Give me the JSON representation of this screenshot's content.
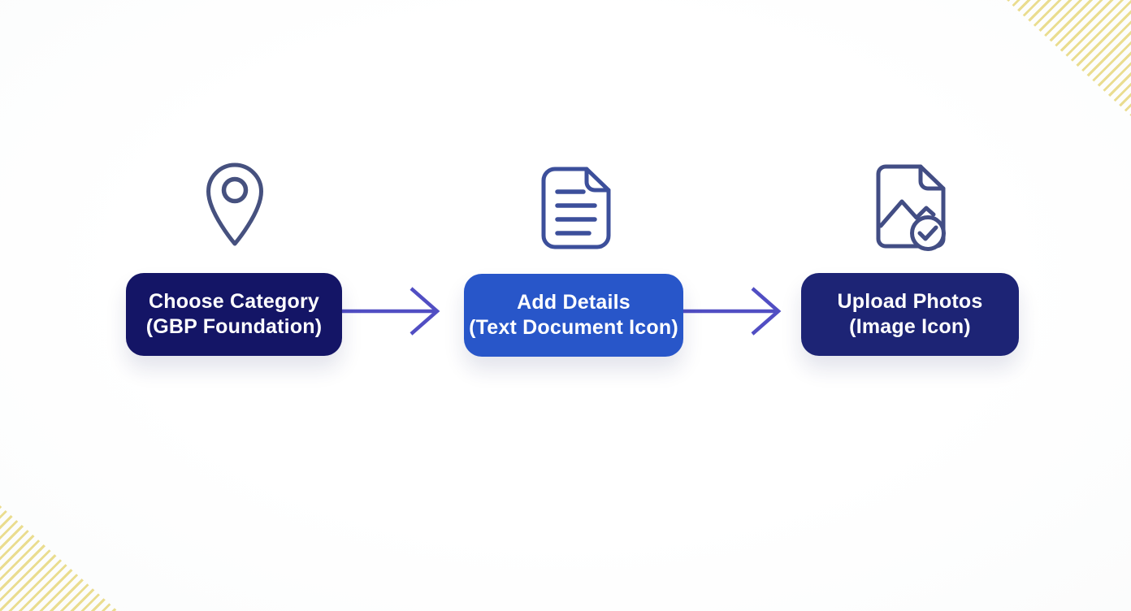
{
  "diagram": {
    "title": "three-step flow",
    "background_color": "#fdfdfe",
    "stripe_color": "#e7d77c",
    "arrow_color": "#514ec3",
    "steps": [
      {
        "icon": "location-pin-icon",
        "icon_stroke": "#46517f",
        "line1": "Choose Category",
        "line2": "(GBP Foundation)",
        "box_color": "#141566",
        "text_color": "#ffffff"
      },
      {
        "icon": "text-document-icon",
        "icon_stroke": "#3c4f9b",
        "line1": "Add Details",
        "line2": "(Text Document Icon)",
        "box_color": "#2856c9",
        "text_color": "#ffffff"
      },
      {
        "icon": "image-check-icon",
        "icon_stroke": "#424d84",
        "line1": "Upload Photos",
        "line2": "(Image Icon)",
        "box_color": "#1d2475",
        "text_color": "#ffffff"
      }
    ],
    "arrows": [
      {
        "from": "Choose Category",
        "to": "Add Details"
      },
      {
        "from": "Add Details",
        "to": "Upload Photos"
      }
    ]
  }
}
